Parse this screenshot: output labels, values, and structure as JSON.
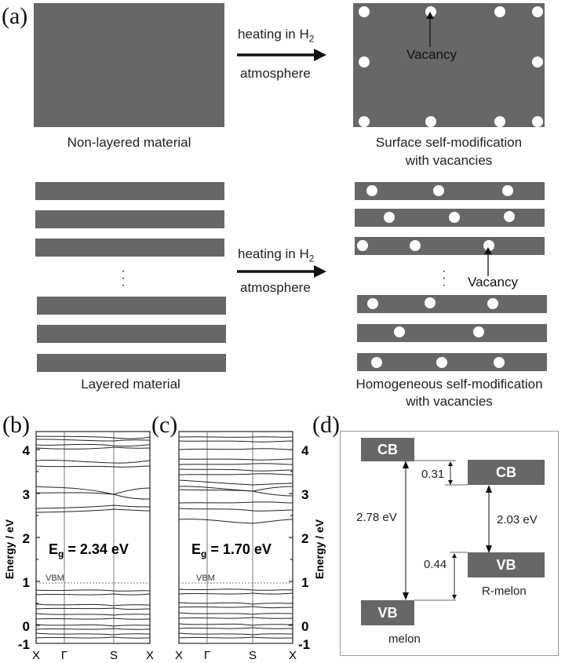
{
  "panel_a": {
    "letter": "(a)",
    "arrow_label_1": "heating in H",
    "arrow_label_sub": "2",
    "arrow_label_2": "atmosphere",
    "vacancy_label": "Vacancy",
    "caption_nonlayered": "Non-layered material",
    "caption_surface_1": "Surface self-modification",
    "caption_surface_2": "with vacancies",
    "caption_layered": "Layered material",
    "caption_homog_1": "Homogeneous self-modification",
    "caption_homog_2": "with vacancies",
    "block_color": "#676767"
  },
  "panel_b": {
    "letter": "(b)",
    "gap_label": "E",
    "gap_sub": "g",
    "gap_value": " = 2.34 eV",
    "vbm_label": "VBM",
    "xticks": [
      "X",
      "Γ",
      "S",
      "X"
    ],
    "ylabel": "Energy / eV",
    "yticks": [
      "4",
      "3",
      "2",
      "1",
      "0",
      "-1"
    ]
  },
  "panel_c": {
    "letter": "(c)",
    "gap_label": "E",
    "gap_sub": "g",
    "gap_value": " = 1.70 eV",
    "vbm_label": "VBM",
    "xticks": [
      "X",
      "Γ",
      "S",
      "X"
    ],
    "ylabel": "Energy / eV",
    "yticks": [
      "4",
      "3",
      "2",
      "1",
      "0",
      "-1"
    ]
  },
  "panel_d": {
    "letter": "(d)",
    "melon_cb": "CB",
    "melon_vb": "VB",
    "rmelon_cb": "CB",
    "rmelon_vb": "VB",
    "offset_cb": "0.31",
    "offset_vb": "0.44",
    "gap_melon": "2.78 eV",
    "gap_rmelon": "2.03 eV",
    "label_melon": "melon",
    "label_rmelon": "R-melon"
  }
}
